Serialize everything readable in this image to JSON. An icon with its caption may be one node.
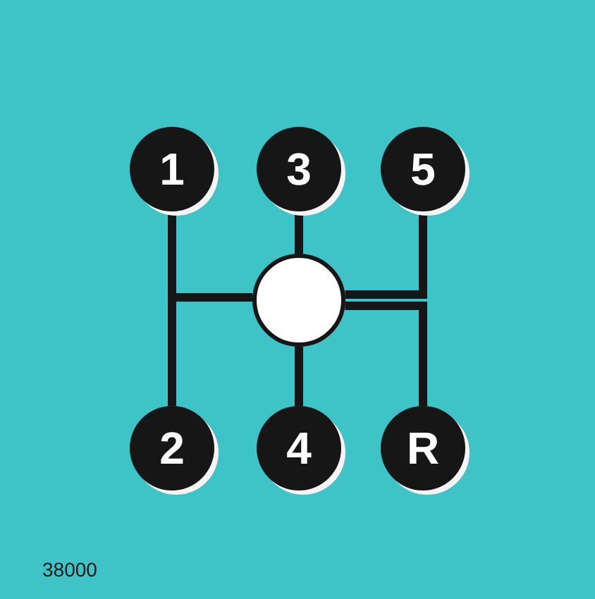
{
  "diagram": {
    "nodes": [
      {
        "text": [
          "1"
        ]
      },
      {
        "text": [
          "3"
        ]
      },
      {
        "text": [
          "5"
        ]
      },
      {
        "text": [],
        "shape": "circle"
      },
      {
        "text": [
          "2"
        ]
      },
      {
        "text": [
          "4"
        ]
      },
      {
        "text": [
          "R"
        ]
      }
    ],
    "edges": [
      {
        "from": 0,
        "to": 3,
        "arrow": "none"
      },
      {
        "from": 1,
        "to": 3,
        "arrow": "none"
      },
      {
        "from": 2,
        "to": 3,
        "arrow": "none"
      },
      {
        "from": 4,
        "to": 3,
        "arrow": "none"
      },
      {
        "from": 5,
        "to": 3,
        "arrow": "none"
      },
      {
        "from": 6,
        "to": 3,
        "arrow": "none"
      }
    ],
    "labels": [
      "38000"
    ]
  }
}
